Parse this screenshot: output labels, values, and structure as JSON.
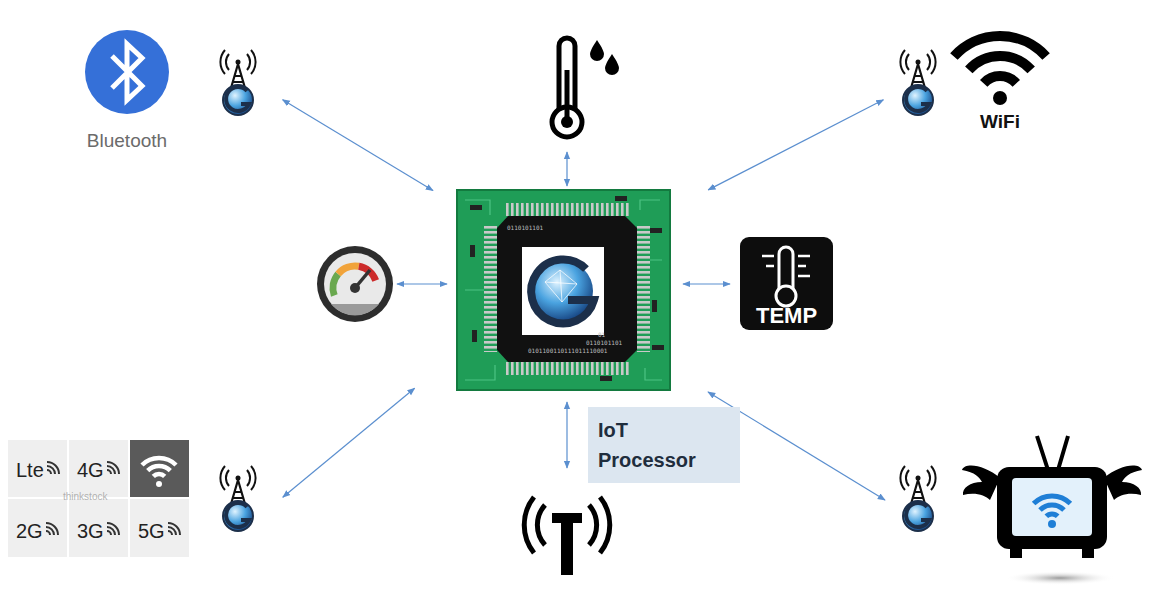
{
  "diagram": {
    "nodes": [
      {
        "text": [
          "Bluetooth"
        ]
      },
      {
        "text": [
          "WiFi"
        ]
      },
      {
        "text": [
          "0110101101",
          "01",
          "0110101101",
          "0101100110111011110001"
        ]
      },
      {
        "text": [
          "TEMP"
        ]
      },
      {
        "text": [
          "IoT Processor"
        ]
      },
      {
        "text": [
          "Lte",
          "4G",
          "2G",
          "3G",
          "5G"
        ]
      }
    ],
    "edges": [
      {
        "from": 2,
        "to": 0,
        "arrow": "both"
      },
      {
        "from": 2,
        "to": 1,
        "arrow": "both"
      },
      {
        "from": 2,
        "to": 3,
        "arrow": "both"
      },
      {
        "from": 2,
        "to": 5,
        "arrow": "both"
      }
    ],
    "labels": [
      "thinkstock"
    ]
  }
}
